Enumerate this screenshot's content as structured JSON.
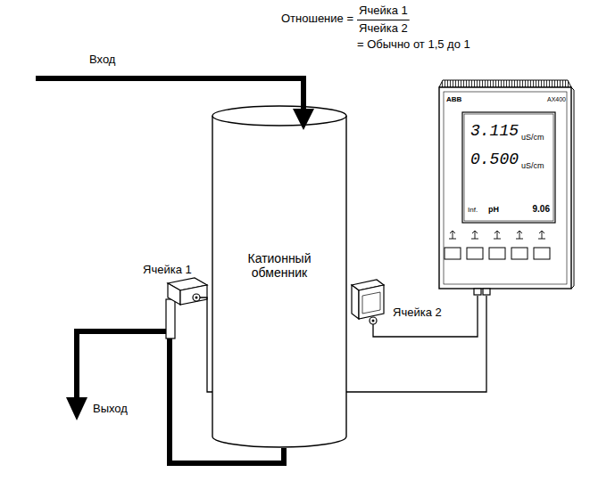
{
  "diagram": {
    "nodes": [
      {
        "text": [
          "Катионный обменник"
        ]
      },
      {
        "text": [
          "Ячейка 1"
        ]
      },
      {
        "text": [
          "Ячейка 2"
        ]
      },
      {
        "text": [
          "ABB",
          "AX400",
          "3.115",
          "uS/cm",
          "0.500",
          "uS/cm",
          "Inf.",
          "pH",
          "9.06"
        ]
      }
    ],
    "edges": [
      {
        "from": 0,
        "to": 1,
        "arrow": "none"
      },
      {
        "from": 1,
        "to": 3,
        "arrow": "none"
      },
      {
        "from": 2,
        "to": 3,
        "arrow": "none"
      }
    ],
    "labels": [
      "Отношение =",
      "Ячейка 1",
      "Ячейка 2",
      "= Обычно от 1,5 до 1",
      "Вход",
      "Выход"
    ]
  }
}
